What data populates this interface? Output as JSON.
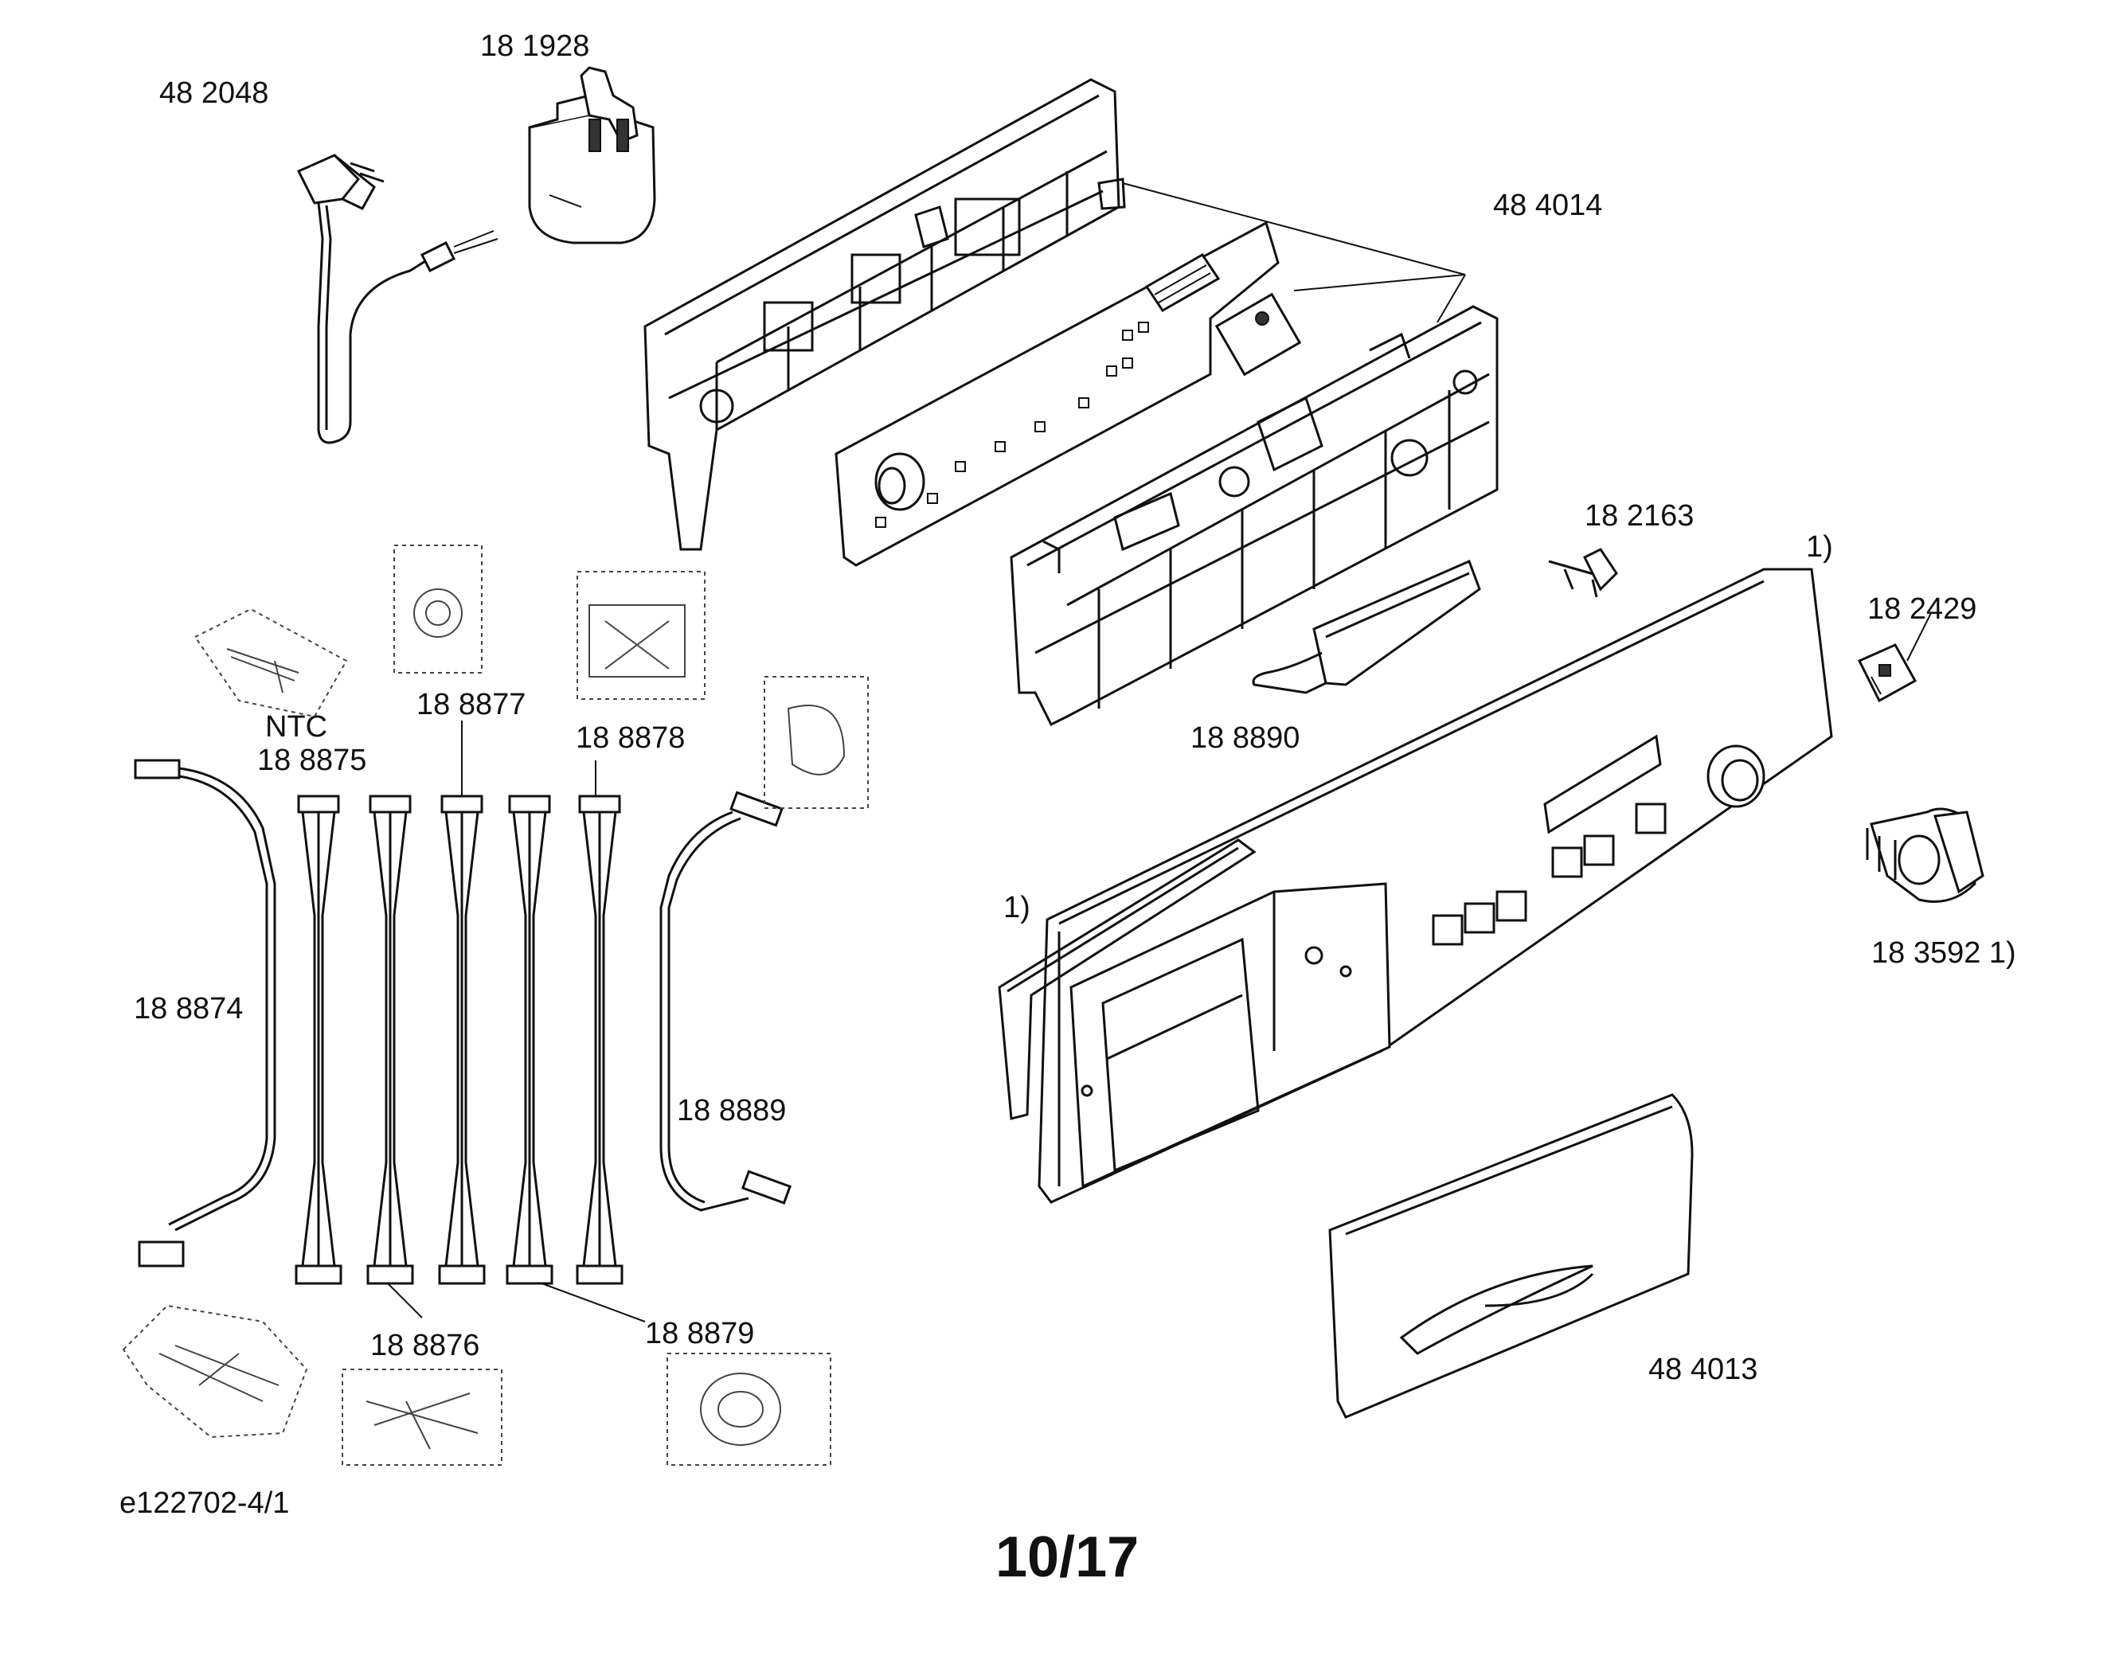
{
  "labels": {
    "l482048": "48 2048",
    "l181928": "18 1928",
    "l484014": "48 4014",
    "l182163": "18 2163",
    "note1_top": "1)",
    "l182429": "18 2429",
    "ntc": "NTC",
    "l188875": "18 8875",
    "l188877": "18 8877",
    "l188878": "18 8878",
    "l188890": "18 8890",
    "l183592": "18 3592 1)",
    "note1_left": "1)",
    "l188874": "18 8874",
    "l188889": "18 8889",
    "l188876": "18 8876",
    "l188879": "18 8879",
    "l484013": "48 4013",
    "drawing_id": "e122702-4/1"
  },
  "page_number": "10/17"
}
